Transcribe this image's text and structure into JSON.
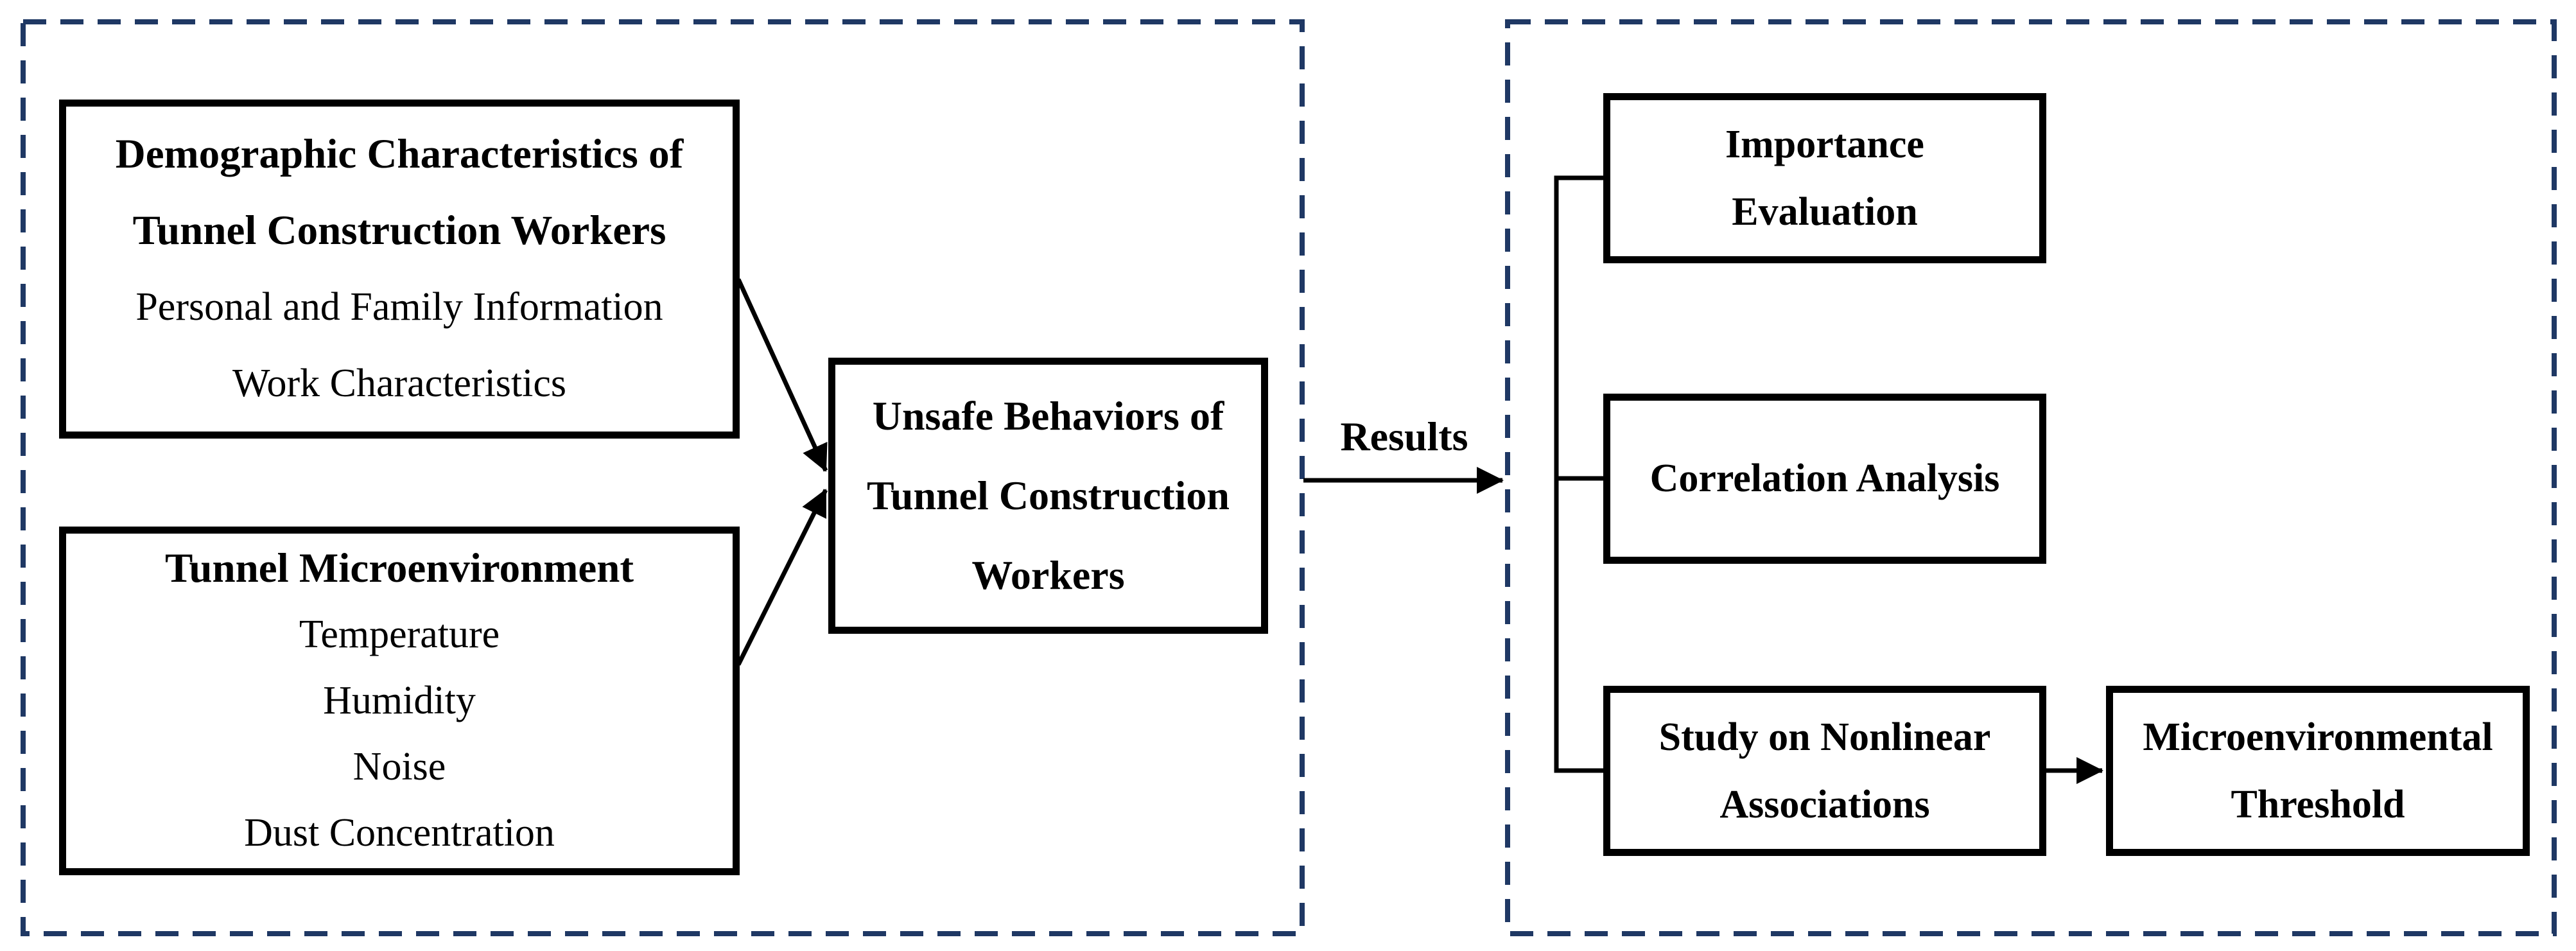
{
  "colors": {
    "dashed_container_border": "#1F3864",
    "box_border": "#000000",
    "arrow": "#000000",
    "text": "#000000",
    "background": "#FFFFFF"
  },
  "left_panel": {
    "demographic_box": {
      "lines": [
        "Demographic Characteristics of",
        "Tunnel Construction Workers",
        "Personal and Family Information",
        "Work Characteristics"
      ]
    },
    "microenvironment_box": {
      "lines": [
        "Tunnel Microenvironment",
        "Temperature",
        "Humidity",
        "Noise",
        "Dust Concentration"
      ]
    },
    "unsafe_behaviors_box": {
      "lines": [
        "Unsafe Behaviors of",
        "Tunnel Construction",
        "Workers"
      ]
    }
  },
  "connector": {
    "results_label": "Results"
  },
  "right_panel": {
    "importance_box": {
      "lines": [
        "Importance",
        "Evaluation"
      ]
    },
    "correlation_box": {
      "lines": [
        "Correlation Analysis"
      ]
    },
    "nonlinear_box": {
      "lines": [
        "Study on Nonlinear",
        "Associations"
      ]
    },
    "threshold_box": {
      "lines": [
        "Microenvironmental",
        "Threshold"
      ]
    }
  }
}
